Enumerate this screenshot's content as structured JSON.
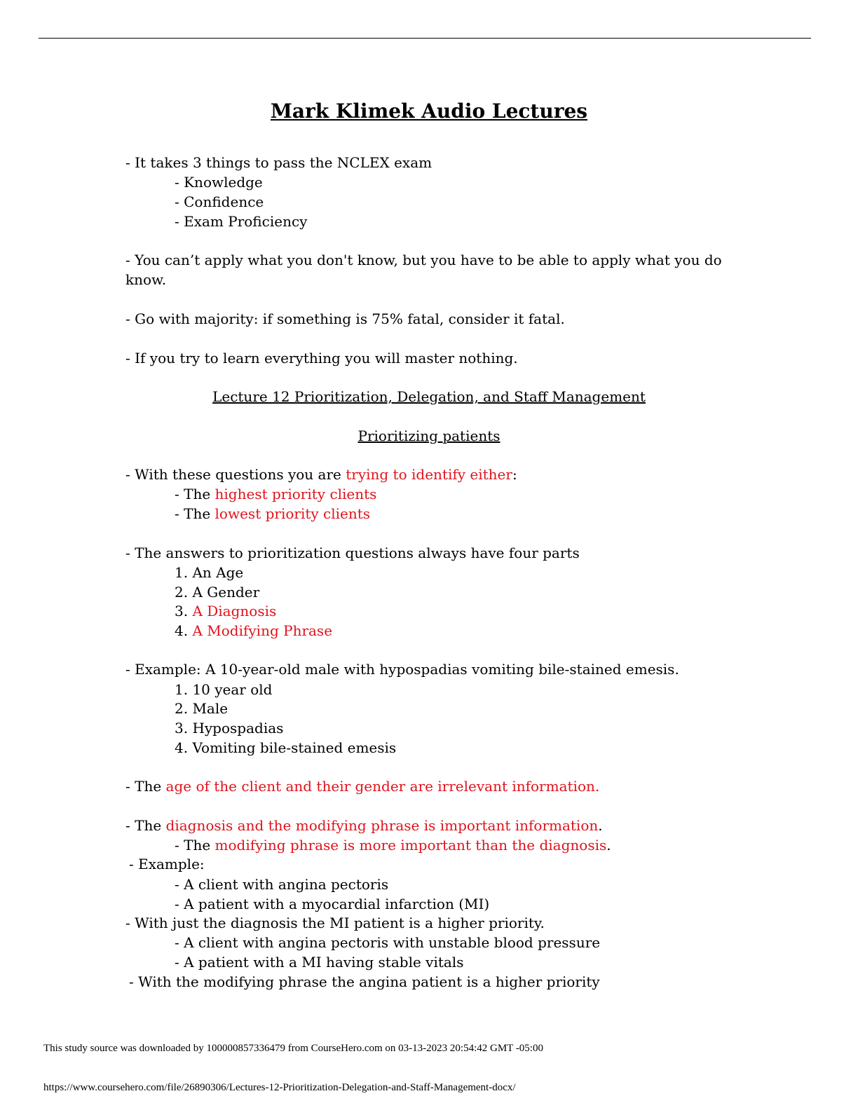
{
  "title": "Mark Klimek Audio Lectures",
  "intro": {
    "pass_line": "- It takes 3 things to pass the NCLEX exam",
    "pass_items": [
      "- Knowledge",
      "- Confidence",
      "- Exam Proficiency"
    ],
    "apply_line1": "- You can’t apply what you don't know, but you have to be able to apply what you do",
    "apply_line2": "know.",
    "majority": "- Go with majority: if something is 75% fatal, consider it fatal.",
    "learn": "- If you try to learn everything you will master nothing."
  },
  "lecture_heading": "Lecture 12 Prioritization, Delegation, and Staff Management",
  "section_heading": "Prioritizing patients",
  "identify": {
    "pre": "- With these questions you are ",
    "red": "trying to identify either",
    "post": ":",
    "items": [
      {
        "pre": "- The ",
        "red": "highest priority clients"
      },
      {
        "pre": "- The ",
        "red": "lowest priority clients"
      }
    ]
  },
  "parts": {
    "intro": "- The answers to prioritization questions always have four parts",
    "items": [
      {
        "num": "1. ",
        "text": "An Age"
      },
      {
        "num": "2. ",
        "text": "A Gender"
      },
      {
        "num": "3. ",
        "red": "A Diagnosis"
      },
      {
        "num": "4. ",
        "red": "A Modifying Phrase"
      }
    ]
  },
  "example1": {
    "intro": "- Example: A 10-year-old male with hypospadias vomiting bile-stained emesis.",
    "items": [
      "1. 10 year old",
      "2. Male",
      "3. Hypospadias",
      "4. Vomiting bile-stained emesis"
    ]
  },
  "irrelevant": {
    "pre": "- The ",
    "red": "age of the client and their gender are irrelevant information."
  },
  "important": {
    "pre": "- The ",
    "red": "diagnosis and the modifying phrase is important information",
    "post": "."
  },
  "more_important": {
    "pre": "- The ",
    "red": "modifying phrase is more important than the diagnosis",
    "post": "."
  },
  "example2": {
    "label": "- Example:",
    "item1": "- A client with angina pectoris",
    "item2": "- A patient with a myocardial infarction (MI)",
    "conclusion1": "- With just the diagnosis the MI patient is a higher priority.",
    "item3": "- A client with angina pectoris with unstable blood pressure",
    "item4": "- A patient with a MI having stable vitals",
    "conclusion2": "- With the modifying phrase the angina patient is a higher priority"
  },
  "footer": {
    "source": "This study source was downloaded by 100000857336479 from CourseHero.com on 03-13-2023 20:54:42 GMT -05:00",
    "url": "https://www.coursehero.com/file/26890306/Lectures-12-Prioritization-Delegation-and-Staff-Management-docx/"
  }
}
